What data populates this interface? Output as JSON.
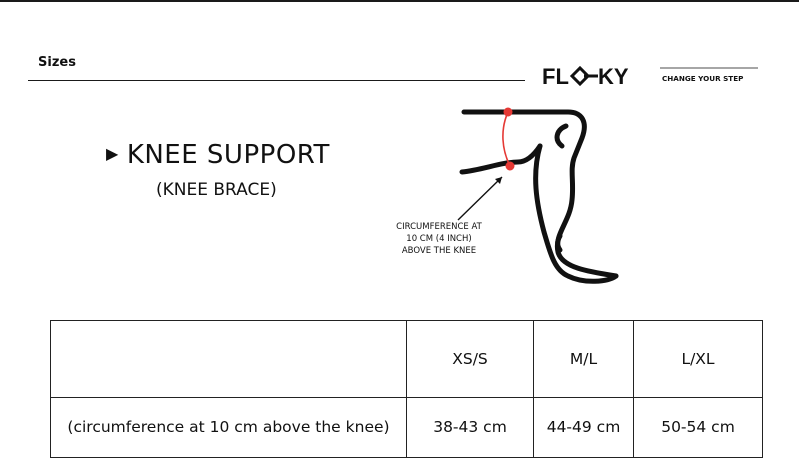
{
  "section_label": "Sizes",
  "brand": {
    "name": "FLOKY",
    "tagline": "CHANGE YOUR STEP"
  },
  "product": {
    "title": "KNEE SUPPORT",
    "subtitle": "(KNEE BRACE)"
  },
  "callout_lines": [
    "CIRCUMFERENCE AT",
    "10 CM (4 INCH)",
    "ABOVE THE KNEE"
  ],
  "table": {
    "headers": [
      "",
      "XS/S",
      "M/L",
      "L/XL"
    ],
    "rows": [
      [
        "(circumference at 10 cm above the knee)",
        "38-43 cm",
        "44-49 cm",
        "50-54 cm"
      ]
    ]
  },
  "colors": {
    "accent": "#e53935",
    "ink": "#111111"
  }
}
